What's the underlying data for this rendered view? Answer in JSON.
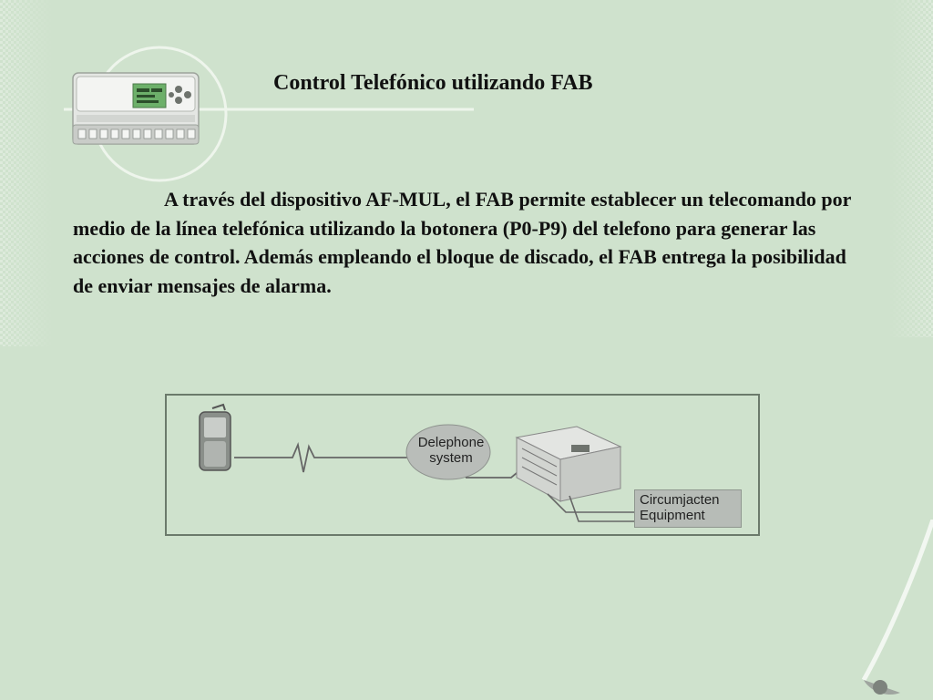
{
  "slide": {
    "title": "Control Telefónico utilizando FAB",
    "paragraph": "A través del dispositivo AF-MUL, el FAB permite establecer un telecomando por medio de la línea telefónica utilizando la botonera (P0-P9) del telefono para generar las acciones de control. Además empleando el bloque de discado, el FAB entrega la posibilidad de enviar mensajes de alarma."
  },
  "diagram": {
    "cloud_line1": "Delephone",
    "cloud_line2": "system",
    "equipment_line1": "Circumjacten",
    "equipment_line2": "Equipment"
  },
  "colors": {
    "background": "#cfe2cd",
    "accent_line": "#ffffff",
    "text": "#111111"
  }
}
